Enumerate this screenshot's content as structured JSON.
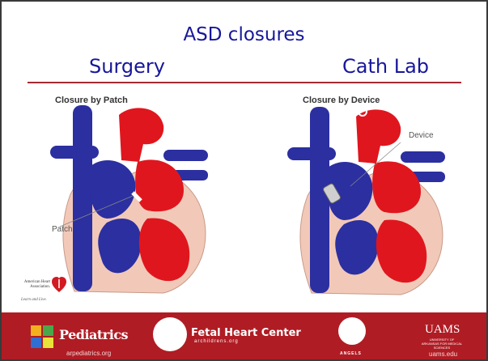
{
  "slide": {
    "title": "ASD closures",
    "left_heading": "Surgery",
    "right_heading": "Cath Lab"
  },
  "left_figure": {
    "caption": "Closure by Patch",
    "label": "Patch"
  },
  "right_figure": {
    "caption": "Closure by Device",
    "label": "Device"
  },
  "aha_logo": {
    "name": "American Heart Association.",
    "slogan": "Learn and Live."
  },
  "footer": {
    "pediatrics_label": "Pediatrics",
    "pediatrics_url": "arpediatrics.org",
    "fetal_heart_label": "Fetal Heart Center",
    "fetal_heart_url": "archildrens.org",
    "angels_label": "ANGELS",
    "uams_label": "UAMS",
    "uams_sub": "UNIVERSITY OF ARKANSAS FOR MEDICAL SCIENCES",
    "uams_url": "uams.edu"
  },
  "colors": {
    "title": "#17179b",
    "rule": "#a62a33",
    "footer_bg": "#b01c24",
    "blood_red": "#e0161e",
    "blood_blue": "#2b2fa0",
    "tissue": "#f2c9b8"
  }
}
